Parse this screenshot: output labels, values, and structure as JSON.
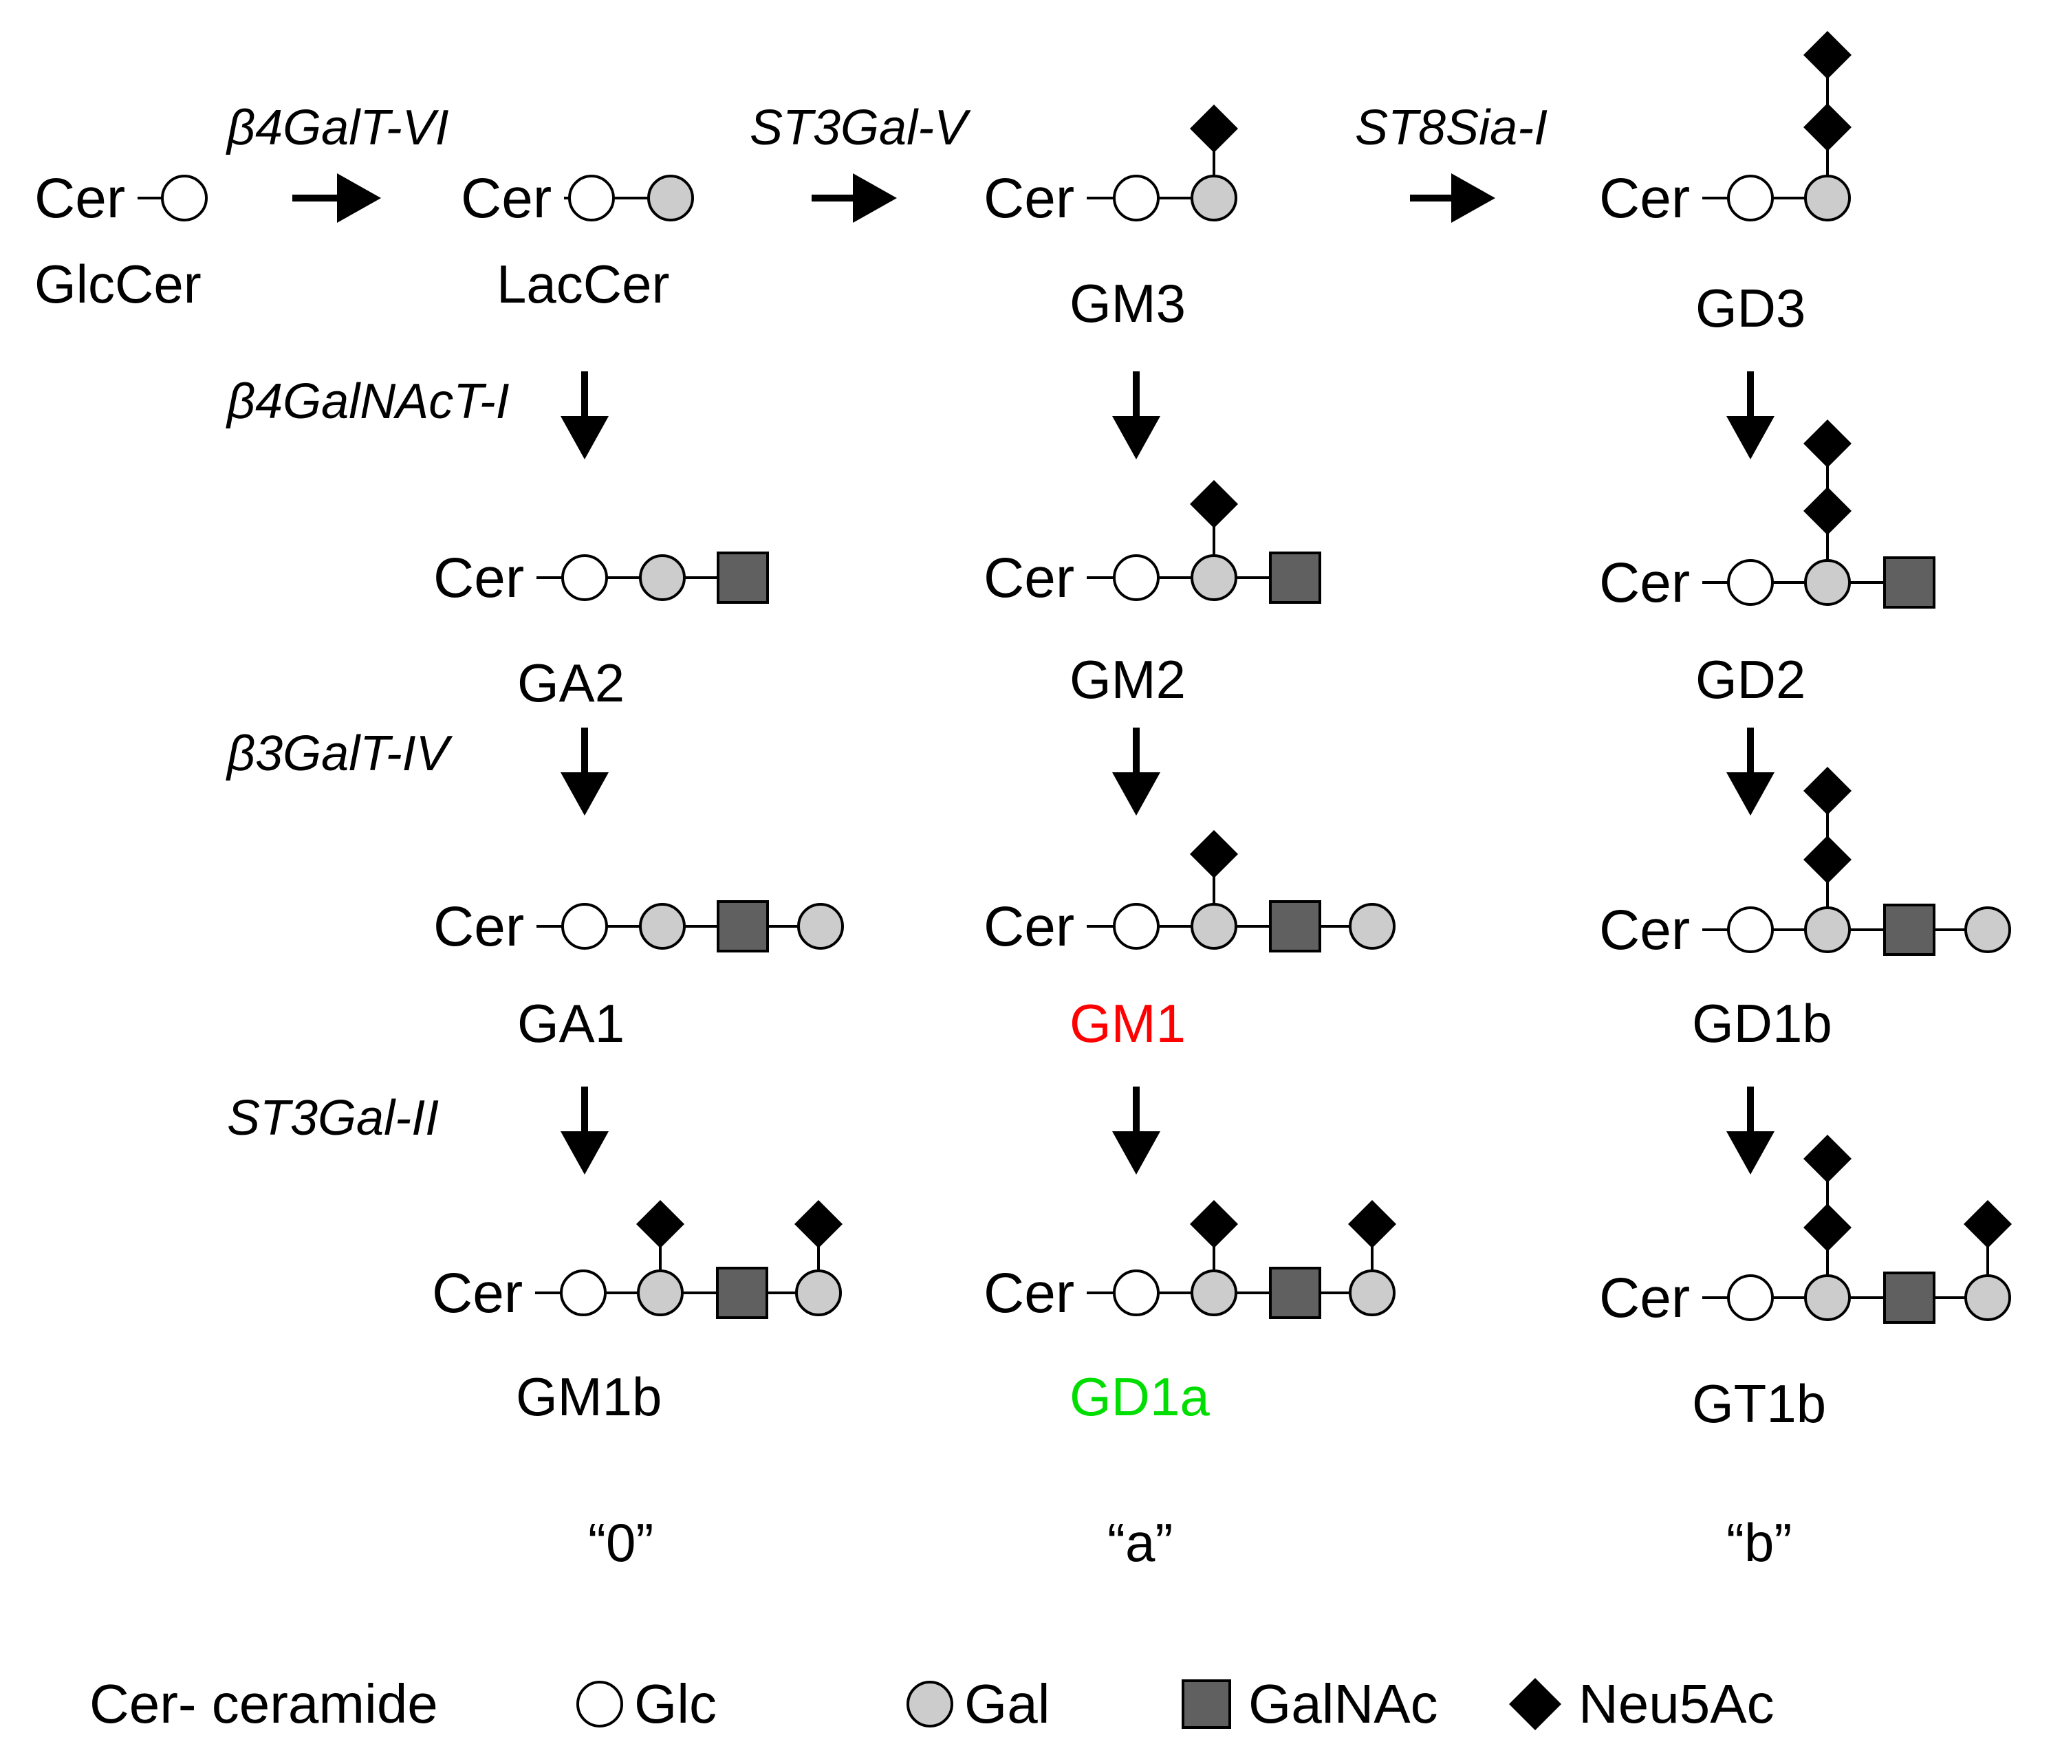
{
  "colors": {
    "glc": "#ffffff",
    "gal": "#cccccc",
    "galnac": "#606060",
    "neu5ac": "#000000",
    "highlight_gm1": "#ff0000",
    "highlight_gd1a": "#00dd00"
  },
  "cer_label": "Cer",
  "enzymes": {
    "b4galt6": "β4GalT-VI",
    "st3gal5": "ST3Gal-V",
    "st8sia1": "ST8Sia-I",
    "b4galnact1": "β4GalNAcT-I",
    "b3galt4": "β3GalT-IV",
    "st3gal2": "ST3Gal-II"
  },
  "compounds": {
    "glccer": "GlcCer",
    "laccer": "LacCer",
    "gm3": "GM3",
    "gd3": "GD3",
    "ga2": "GA2",
    "gm2": "GM2",
    "gd2": "GD2",
    "ga1": "GA1",
    "gm1": "GM1",
    "gd1b": "GD1b",
    "gm1b": "GM1b",
    "gd1a": "GD1a",
    "gt1b": "GT1b"
  },
  "series": {
    "zero": "“0”",
    "a": "“a”",
    "b": "“b”"
  },
  "legend": {
    "cer": "Cer- ceramide",
    "glc": "Glc",
    "gal": "Gal",
    "galnac": "GalNAc",
    "neu5ac": "Neu5Ac"
  }
}
